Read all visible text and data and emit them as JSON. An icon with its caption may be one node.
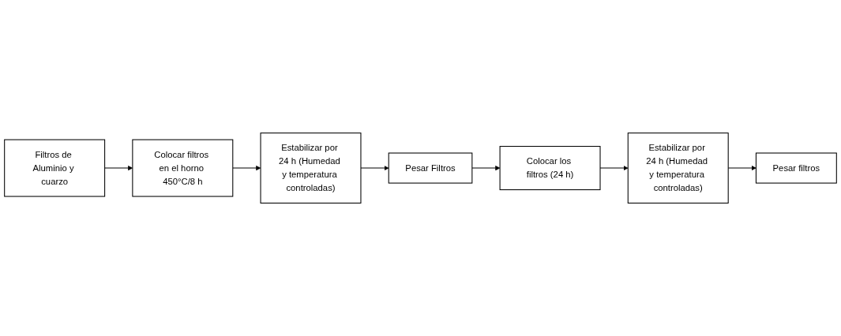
{
  "diagram": {
    "nodes": [
      {
        "text": [
          "Filtros de Aluminio y cuarzo"
        ]
      },
      {
        "text": [
          "Colocar filtros en el horno 450°C/8 h"
        ]
      },
      {
        "text": [
          "Estabilizar por 24 h (Humedad y temperatura controladas)"
        ]
      },
      {
        "text": [
          "Pesar Filtros"
        ]
      },
      {
        "text": [
          "Colocar los filtros (24 h)"
        ]
      },
      {
        "text": [
          "Estabilizar por 24 h (Humedad y temperatura controladas)"
        ]
      },
      {
        "text": [
          "Pesar filtros"
        ]
      }
    ],
    "edges": [
      {
        "from": 0,
        "to": 1,
        "arrow": "to"
      },
      {
        "from": 1,
        "to": 2,
        "arrow": "to"
      },
      {
        "from": 2,
        "to": 3,
        "arrow": "to"
      },
      {
        "from": 3,
        "to": 4,
        "arrow": "to"
      },
      {
        "from": 4,
        "to": 5,
        "arrow": "to"
      },
      {
        "from": 5,
        "to": 6,
        "arrow": "to"
      }
    ]
  }
}
